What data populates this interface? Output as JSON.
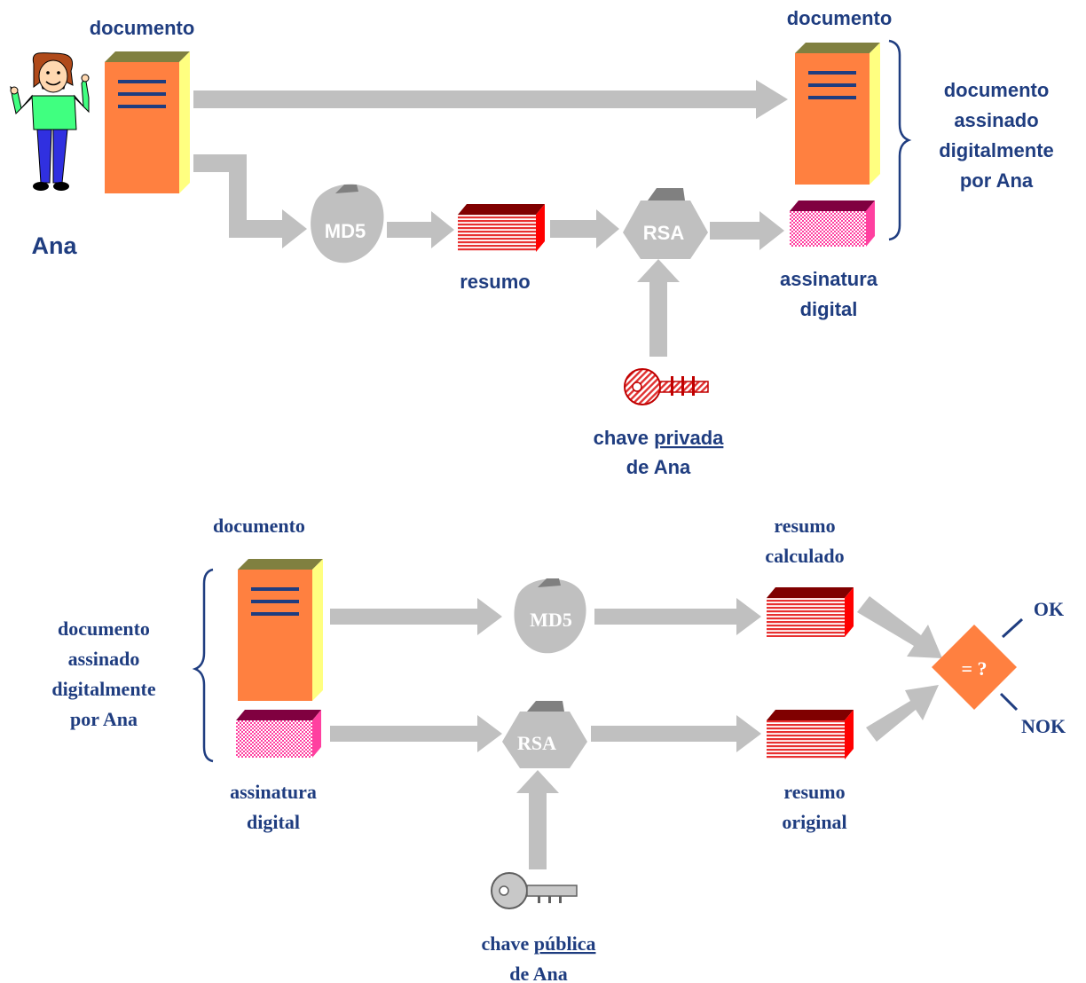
{
  "signing": {
    "person_name": "Ana",
    "document_label": "documento",
    "signed_document_label": "documento",
    "signed_bracket_label": [
      "documento",
      "assinado",
      "digitalmente",
      "por Ana"
    ],
    "hash_op": "MD5",
    "digest_label": "resumo",
    "crypto_op": "RSA",
    "signature_label": [
      "assinatura",
      "digital"
    ],
    "key_label_line1_prefix": "chave ",
    "key_label_line1_underlined": "privada",
    "key_label_line2": "de Ana"
  },
  "verification": {
    "document_label": "documento",
    "bracket_label": [
      "documento",
      "assinado",
      "digitalmente",
      "por Ana"
    ],
    "signature_label": [
      "assinatura",
      "digital"
    ],
    "hash_op": "MD5",
    "crypto_op": "RSA",
    "calculated_digest_label": [
      "resumo",
      "calculado"
    ],
    "original_digest_label": [
      "resumo",
      "original"
    ],
    "compare_op": "= ?",
    "ok_label": "OK",
    "nok_label": "NOK",
    "key_label_line1_prefix": "chave ",
    "key_label_line1_underlined": "pública",
    "key_label_line2": "de Ana"
  },
  "colors": {
    "label_blue": "#1f3d80",
    "document_orange": "#ff8040",
    "document_top_olive": "#808040",
    "document_side_yellow": "#ffff80",
    "digest_red": "#e83030",
    "signature_pink": "#ff40a0",
    "arrow_gray": "#c0c0c0",
    "compare_orange": "#ff8040"
  }
}
